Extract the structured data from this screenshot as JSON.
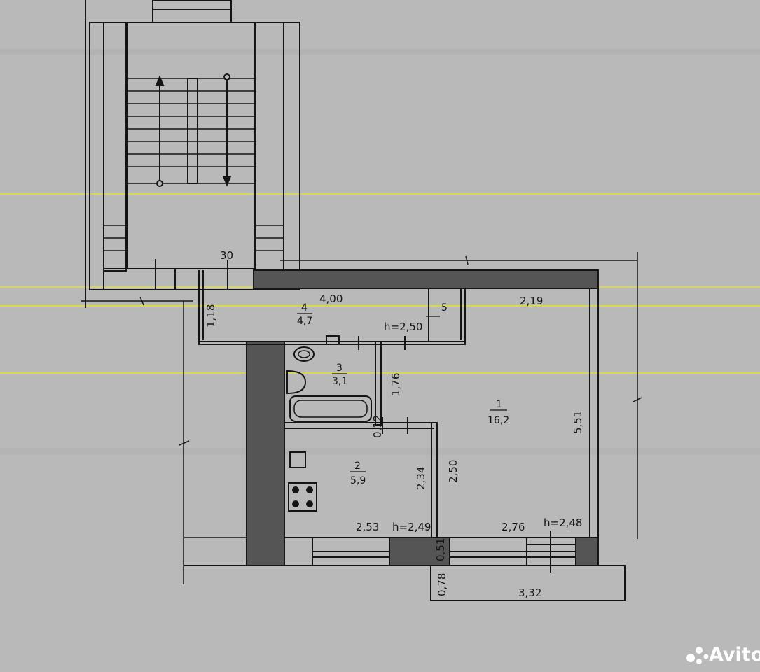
{
  "plan": {
    "stair_label": "30",
    "rooms": [
      {
        "id": "1",
        "area": "16,2"
      },
      {
        "id": "2",
        "area": "5,9"
      },
      {
        "id": "3",
        "area": "3,1"
      },
      {
        "id": "4",
        "area": "4,7"
      },
      {
        "id": "5",
        "area": ""
      }
    ],
    "dimensions": {
      "hall_length": "4,00",
      "hall_width": "1,18",
      "top_right": "2,19",
      "hall_height": "h=2,50",
      "bath_length": "1,76",
      "bath_gap": "0,12",
      "living_depth": "5,51",
      "kitchen_depth_inner": "2,34",
      "kitchen_depth": "2,50",
      "kitchen_width": "2,53",
      "kitchen_height": "h=2,49",
      "living_width": "2,76",
      "living_height": "h=2,48",
      "wall": "0,51",
      "balcony_depth": "0,78",
      "balcony_width": "3,32"
    },
    "watermark": "Avito"
  },
  "colors": {
    "background": "#b9b9b9",
    "wall_fill": "#555555",
    "line": "#151515",
    "guide_yellow": "#d8d84a"
  }
}
